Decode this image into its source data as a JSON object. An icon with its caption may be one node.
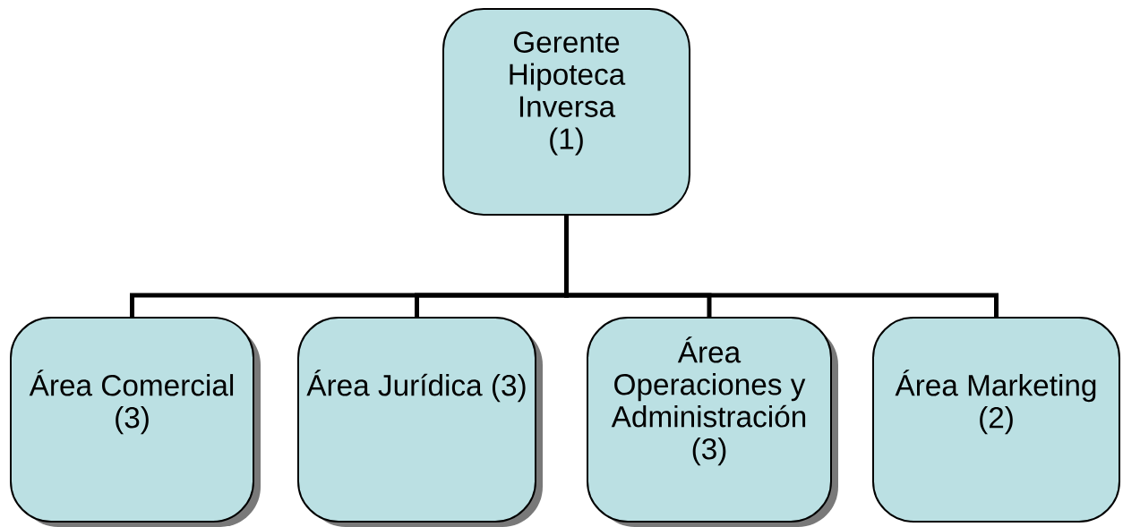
{
  "diagram": {
    "nodes": [
      {
        "text": [
          "Gerente Hipoteca Inversa (1)"
        ]
      },
      {
        "text": [
          "Área Comercial (3)"
        ]
      },
      {
        "text": [
          "Área Jurídica (3)"
        ]
      },
      {
        "text": [
          "Área Operaciones y Administración (3)"
        ]
      },
      {
        "text": [
          "Área Marketing (2)"
        ]
      }
    ],
    "edges": [
      {
        "from": 0,
        "to": 1,
        "arrow": "none"
      },
      {
        "from": 0,
        "to": 2,
        "arrow": "none"
      },
      {
        "from": 0,
        "to": 3,
        "arrow": "none"
      },
      {
        "from": 0,
        "to": 4,
        "arrow": "none"
      }
    ]
  }
}
